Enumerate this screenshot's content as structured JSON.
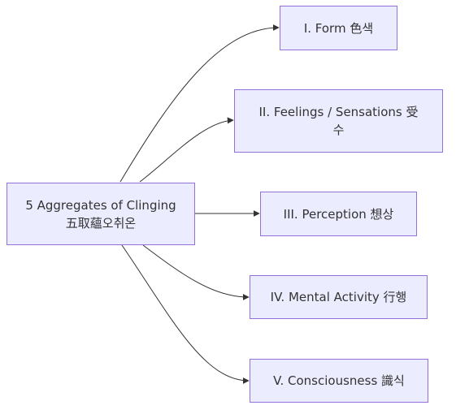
{
  "diagram": {
    "root": {
      "line1": "5 Aggregates of Clinging",
      "line2": "五取蘊오취온"
    },
    "children": [
      {
        "line1": "I. Form 色색"
      },
      {
        "line1": "II. Feelings / Sensations 受",
        "line2": "수"
      },
      {
        "line1": "III. Perception 想상"
      },
      {
        "line1": "IV. Mental Activity 行행"
      },
      {
        "line1": "V. Consciousness 識식"
      }
    ],
    "colors": {
      "node_fill": "#ececff",
      "node_border": "#9370db",
      "edge": "#333333",
      "text": "#333333"
    }
  }
}
